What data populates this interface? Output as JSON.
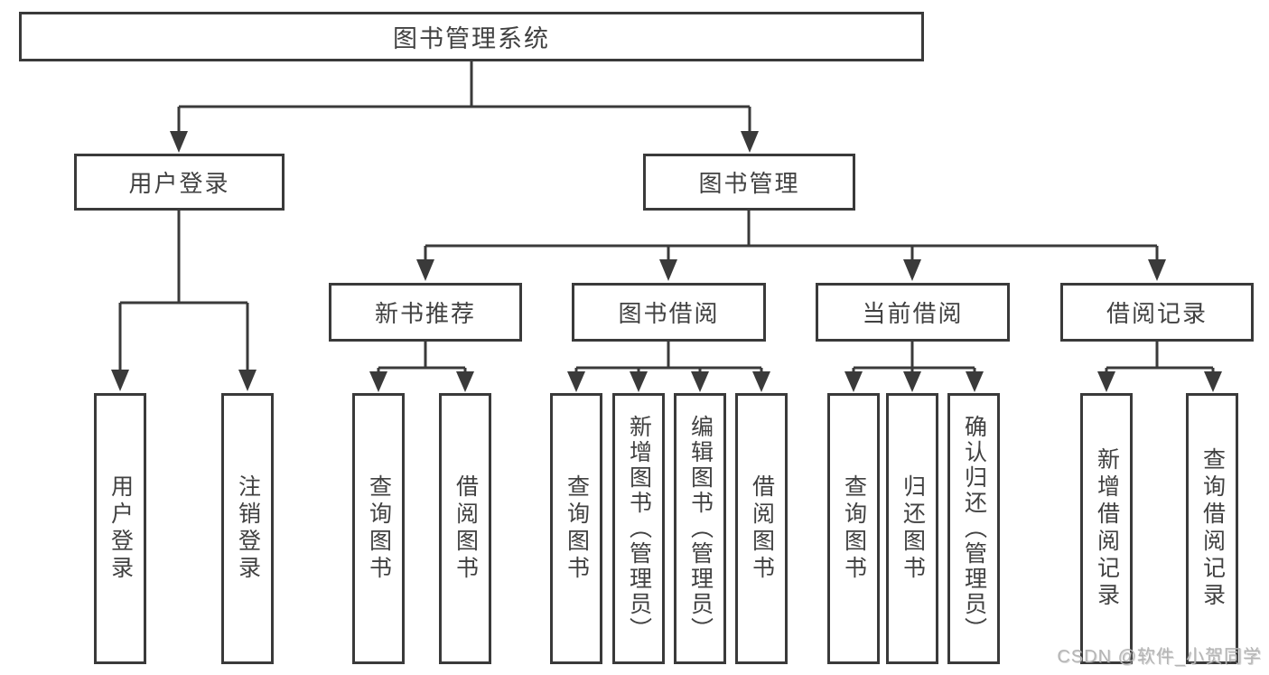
{
  "diagram": {
    "type": "tree",
    "title": "图书管理系统"
  },
  "nodes": {
    "root": {
      "label": "图书管理系统"
    },
    "user_login": {
      "label": "用户登录"
    },
    "book_management": {
      "label": "图书管理"
    },
    "new_book_recommend": {
      "label": "新书推荐"
    },
    "book_borrowing": {
      "label": "图书借阅"
    },
    "current_borrowing": {
      "label": "当前借阅"
    },
    "borrowing_records": {
      "label": "借阅记录"
    },
    "leaf_user_login": {
      "label": "用户登录"
    },
    "leaf_logout": {
      "label": "注销登录"
    },
    "leaf_query_books_recommend": {
      "label": "查询图书"
    },
    "leaf_borrow_books_recommend": {
      "label": "借阅图书"
    },
    "leaf_query_books_borrow": {
      "label": "查询图书"
    },
    "leaf_add_books_admin": {
      "label": "新增图书（管理员）"
    },
    "leaf_edit_books_admin": {
      "label": "编辑图书（管理员）"
    },
    "leaf_borrow_books": {
      "label": "借阅图书"
    },
    "leaf_query_books_current": {
      "label": "查询图书"
    },
    "leaf_return_books": {
      "label": "归还图书"
    },
    "leaf_confirm_return_admin": {
      "label": "确认归还（管理员）"
    },
    "leaf_add_borrow_record": {
      "label": "新增借阅记录"
    },
    "leaf_query_borrow_record": {
      "label": "查询借阅记录"
    }
  },
  "hierarchy": {
    "root": [
      "user_login",
      "book_management"
    ],
    "user_login": [
      "leaf_user_login",
      "leaf_logout"
    ],
    "book_management": [
      "new_book_recommend",
      "book_borrowing",
      "current_borrowing",
      "borrowing_records"
    ],
    "new_book_recommend": [
      "leaf_query_books_recommend",
      "leaf_borrow_books_recommend"
    ],
    "book_borrowing": [
      "leaf_query_books_borrow",
      "leaf_add_books_admin",
      "leaf_edit_books_admin",
      "leaf_borrow_books"
    ],
    "current_borrowing": [
      "leaf_query_books_current",
      "leaf_return_books",
      "leaf_confirm_return_admin"
    ],
    "borrowing_records": [
      "leaf_add_borrow_record",
      "leaf_query_borrow_record"
    ]
  },
  "watermark": {
    "text": "CSDN @软件_小贺同学"
  },
  "colors": {
    "background": "#ffffff",
    "line": "#3a3a3a",
    "box_border": "#3a3a3a",
    "text": "#414141",
    "watermark": "#b5b5b5"
  }
}
